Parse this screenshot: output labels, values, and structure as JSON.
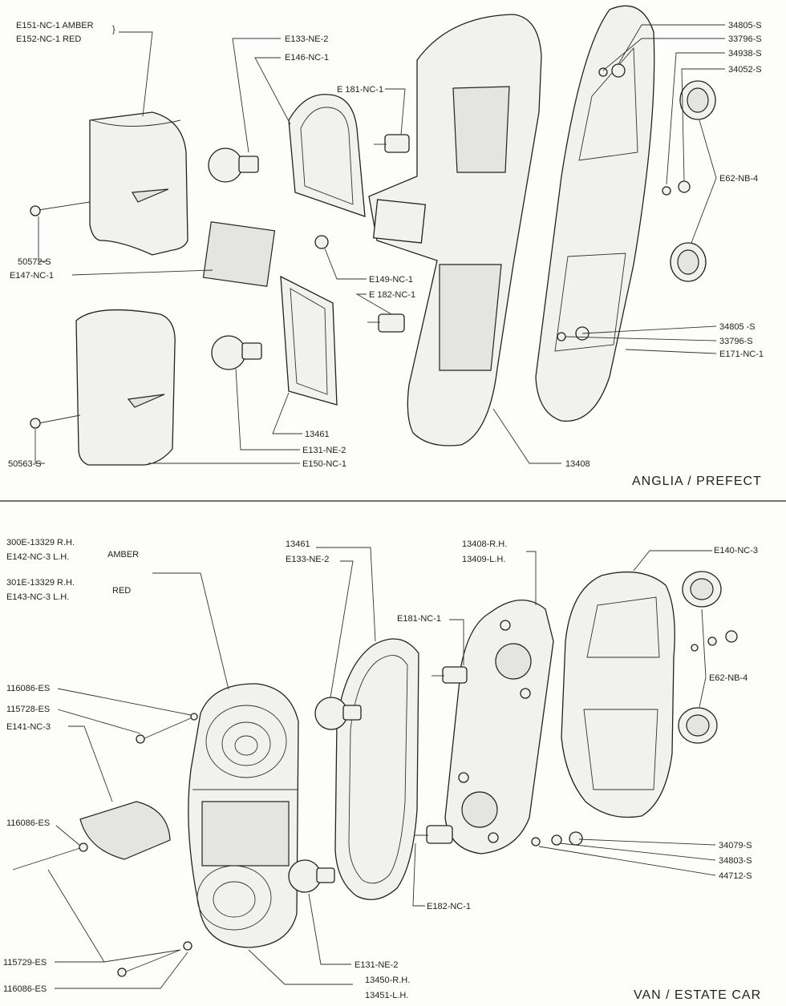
{
  "sections": {
    "top_title": "ANGLIA / PREFECT",
    "bottom_title": "VAN / ESTATE CAR"
  },
  "top_labels": {
    "l_e151": "E151-NC-1 AMBER",
    "l_e152": "E152-NC-1 RED",
    "l_e133": "E133-NE-2",
    "l_e146": "E146-NC-1",
    "l_e181": "E 181-NC-1",
    "l_34805a": "34805-S",
    "l_33796a": "33796-S",
    "l_34938": "34938-S",
    "l_34052": "34052-S",
    "l_e62a": "E62-NB-4",
    "l_50572": "50572-S",
    "l_e147": "E147-NC-1",
    "l_e149": "E149-NC-1",
    "l_e182a": "E 182-NC-1",
    "l_34805b": "34805 -S",
    "l_33796b": "33796-S",
    "l_e171": "E171-NC-1",
    "l_13461a": "13461",
    "l_e131a": "E131-NE-2",
    "l_e150": "E150-NC-1",
    "l_50563": "50563-S",
    "l_13408a": "13408"
  },
  "bottom_labels": {
    "l_300e": "300E-13329 R.H.",
    "l_e142": "E142-NC-3 L.H.",
    "l_amber": "AMBER",
    "l_301e": "301E-13329 R.H.",
    "l_e143": "E143-NC-3 L.H.",
    "l_red": "RED",
    "l_13461b": "13461",
    "l_e133b": "E133-NE-2",
    "l_13408b": "13408-R.H.",
    "l_13409": "13409-L.H.",
    "l_e140": "E140-NC-3",
    "l_e181b": "E181-NC-1",
    "l_e62b": "E62-NB-4",
    "l_116086a": "116086-ES",
    "l_115728": "115728-ES",
    "l_e141": "E141-NC-3",
    "l_116086b": "116086-ES",
    "l_34079": "34079-S",
    "l_34803": "34803-S",
    "l_44712": "44712-S",
    "l_e182b": "E182-NC-1",
    "l_115729": "115729-ES",
    "l_e131b": "E131-NE-2",
    "l_116086c": "116086-ES",
    "l_13450": "13450-R.H.",
    "l_13451": "13451-L.H."
  }
}
